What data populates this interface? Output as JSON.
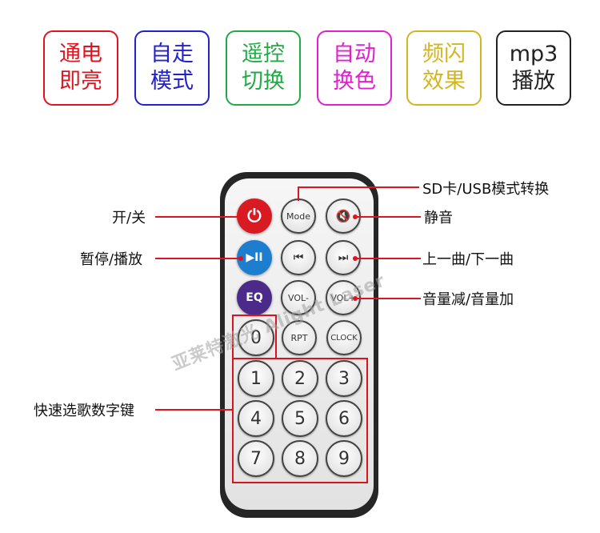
{
  "features": [
    {
      "line1": "通电",
      "line2": "即亮",
      "color": "#e0141e"
    },
    {
      "line1": "自走",
      "line2": "模式",
      "color": "#2222cc"
    },
    {
      "line1": "遥控",
      "line2": "切换",
      "color": "#22aa44"
    },
    {
      "line1": "自动",
      "line2": "换色",
      "color": "#e020d0"
    },
    {
      "line1": "频闪",
      "line2": "效果",
      "color": "#d4b520"
    },
    {
      "line1": "mp3",
      "line2": "播放",
      "color": "#222222"
    }
  ],
  "remote": {
    "buttons": {
      "power": {
        "label": "⏻",
        "color": "#d81a22"
      },
      "mode": {
        "label": "Mode"
      },
      "mute": {
        "label": "🔇"
      },
      "play_pause": {
        "label": "▶II",
        "color": "#1d7ed0"
      },
      "prev": {
        "label": "⏮"
      },
      "next": {
        "label": "⏭"
      },
      "eq": {
        "label": "EQ",
        "color": "#4b2a8a"
      },
      "vol_minus": {
        "label": "VOL-"
      },
      "vol_plus": {
        "label": "VOL+"
      },
      "rpt": {
        "label": "RPT"
      },
      "clock": {
        "label": "CLOCK"
      },
      "digits": [
        "0",
        "1",
        "2",
        "3",
        "4",
        "5",
        "6",
        "7",
        "8",
        "9"
      ]
    }
  },
  "callouts": {
    "sd_usb": "SD卡/USB模式转换",
    "power": "开/关",
    "mute": "静音",
    "play_pause": "暂停/播放",
    "track": "上一曲/下一曲",
    "volume": "音量减/音量加",
    "number_select": "快速选歌数字键"
  },
  "watermark": "亚莱特激光 Alight Laser"
}
